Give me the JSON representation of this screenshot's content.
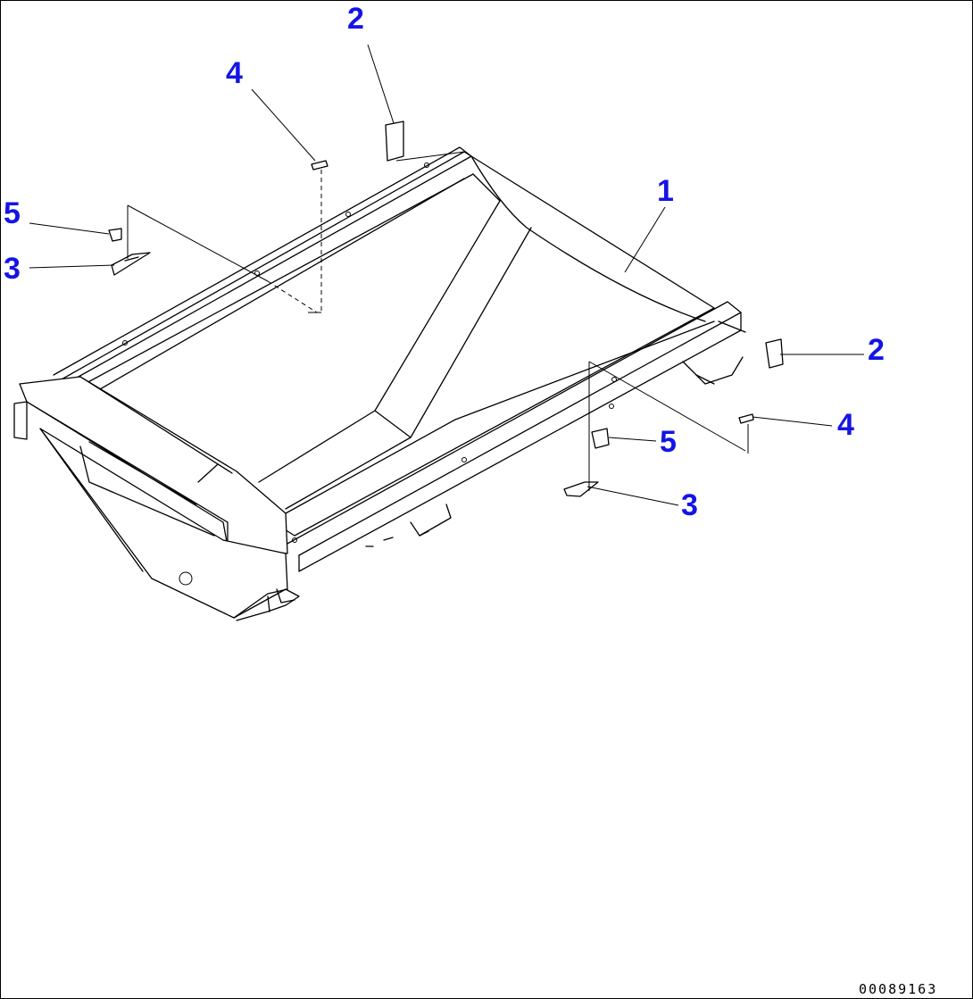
{
  "diagram": {
    "drawing_number": "00089163",
    "callouts": [
      {
        "id": "c1",
        "label": "1",
        "part": "body"
      },
      {
        "id": "c2a",
        "label": "2",
        "part": "pad-left"
      },
      {
        "id": "c2b",
        "label": "2",
        "part": "pad-right"
      },
      {
        "id": "c3a",
        "label": "3",
        "part": "bracket-left"
      },
      {
        "id": "c3b",
        "label": "3",
        "part": "bracket-right"
      },
      {
        "id": "c4a",
        "label": "4",
        "part": "shim-left"
      },
      {
        "id": "c4b",
        "label": "4",
        "part": "shim-right"
      },
      {
        "id": "c5a",
        "label": "5",
        "part": "cushion-left"
      },
      {
        "id": "c5b",
        "label": "5",
        "part": "cushion-right"
      }
    ],
    "colors": {
      "callout": "#1414e6",
      "line": "#000000",
      "background": "#ffffff"
    }
  }
}
